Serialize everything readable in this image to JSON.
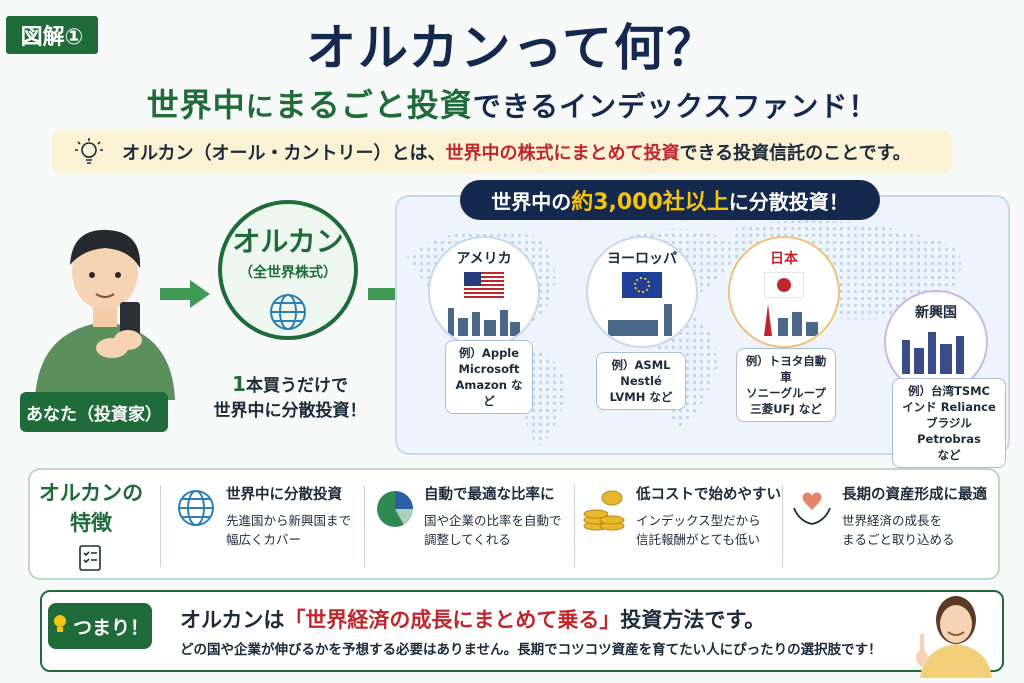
{
  "badge": "図解①",
  "title": "オルカンって何？",
  "subtitle": {
    "p1": "世界中",
    "p2": "に",
    "p3": "まるごと投資",
    "p4": "できるインデックスファンド！"
  },
  "definition": {
    "p1": "オルカン（オール・カントリー）とは、",
    "p2": "世界中の株式にまとめて投資",
    "p3": "できる投資信託のことです。"
  },
  "person_label": "あなた（投資家）",
  "fund": {
    "name": "オルカン",
    "sub": "（全世界株式）",
    "buy_num": "1",
    "buy_line1": "本買うだけで",
    "buy_line2": "世界中に分散投資！"
  },
  "map": {
    "head_p1": "世界中の",
    "head_p2": "約3,000社以上",
    "head_p3": "に分散投資！",
    "regions": [
      {
        "name": "アメリカ",
        "examples": [
          "例）Apple",
          "Microsoft",
          "Amazon など"
        ]
      },
      {
        "name": "ヨーロッパ",
        "examples": [
          "例）ASML",
          "Nestlé",
          "LVMH など"
        ]
      },
      {
        "name": "日本",
        "examples": [
          "例）トヨタ自動車",
          "ソニーグループ",
          "三菱UFJ など"
        ]
      },
      {
        "name": "新興国",
        "examples": [
          "例）台湾TSMC",
          "インド Reliance",
          "ブラジル Petrobras",
          "など"
        ]
      }
    ]
  },
  "features": {
    "label_line1": "オルカンの",
    "label_line2": "特徴",
    "items": [
      {
        "title": "世界中に分散投資",
        "desc1": "先進国から新興国まで",
        "desc2": "幅広くカバー"
      },
      {
        "title": "自動で最適な比率に",
        "desc1": "国や企業の比率を自動で",
        "desc2": "調整してくれる"
      },
      {
        "title": "低コストで始めやすい",
        "desc1": "インデックス型だから",
        "desc2": "信託報酬がとても低い"
      },
      {
        "title": "長期の資産形成に最適",
        "desc1": "世界経済の成長を",
        "desc2": "まるごと取り込める"
      }
    ]
  },
  "conclusion": {
    "tag": "つまり！",
    "p1": "オルカンは",
    "p2": "「世界経済の成長にまとめて乗る」",
    "p3": "投資方法です。",
    "sub": "どの国や企業が伸びるかを予想する必要はありません。長期でコツコツ資産を育てたい人にぴったりの選択肢です！"
  },
  "colors": {
    "green": "#1f6b3a",
    "navy": "#15294f",
    "red": "#c0272d",
    "yellow": "#f6c40a"
  }
}
